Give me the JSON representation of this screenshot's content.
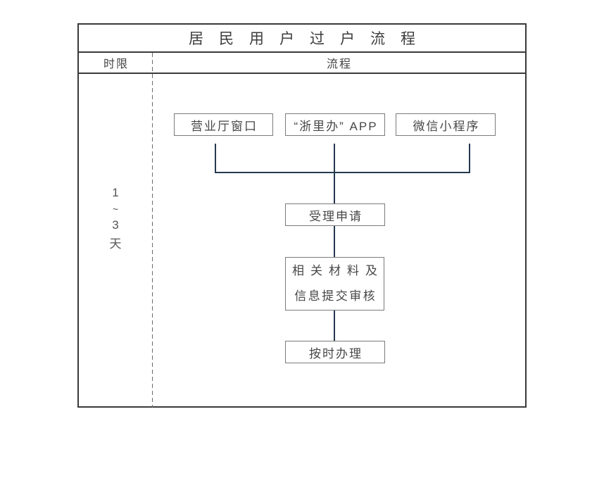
{
  "window": {
    "title": "居民用户过户流程"
  },
  "header": {
    "left": "时限",
    "right": "流程"
  },
  "duration": {
    "items": [
      "1",
      "~",
      "3",
      "天"
    ]
  },
  "flow": {
    "sources": [
      "营业厅窗口",
      "“浙里办” APP",
      "微信小程序"
    ],
    "accept": "受理申请",
    "materials_line1": "相关材料及",
    "materials_line2": "信息提交审核",
    "handle": "按时办理"
  },
  "colors": {
    "table_border": "#3a3a3a",
    "box_border": "#7b7b7b",
    "connector": "#243a50",
    "text": "#474747"
  }
}
